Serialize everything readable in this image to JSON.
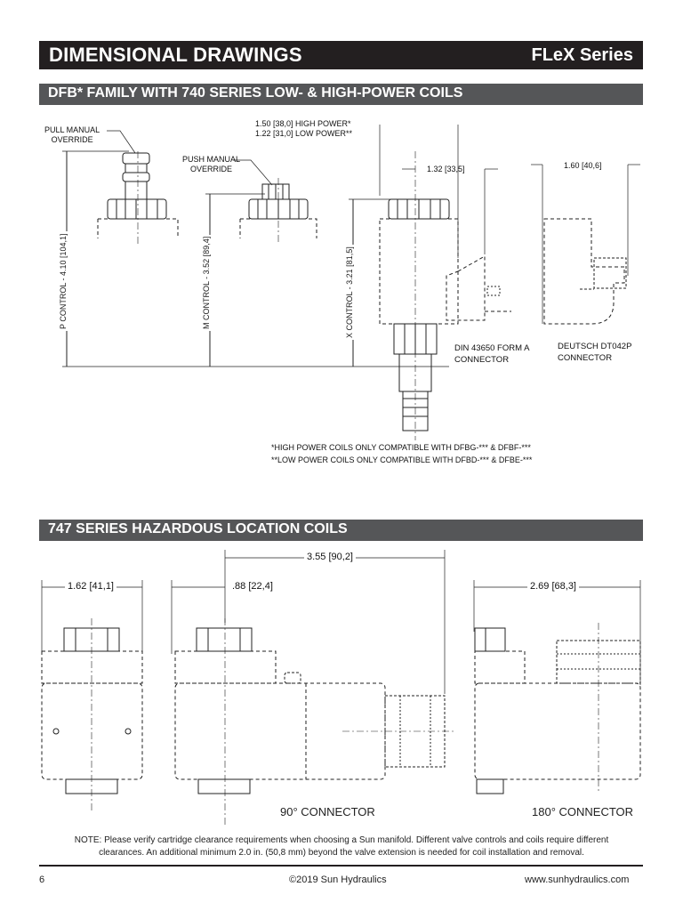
{
  "header": {
    "title": "DIMENSIONAL DRAWINGS",
    "series": "FLeX Series"
  },
  "section1": {
    "title": "DFB* FAMILY WITH 740 SERIES LOW- & HIGH-POWER COILS",
    "labels": {
      "pull_override": "PULL MANUAL\nOVERRIDE",
      "push_override": "PUSH MANUAL\nOVERRIDE",
      "power_dims": "1.50 [38,0] HIGH POWER*\n1.22 [31,0] LOW POWER**",
      "dim_132": "1.32 [33,5]",
      "dim_160": "1.60 [40,6]",
      "p_control": "P CONTROL - 4.10 [104,1]",
      "m_control": "M CONTROL - 3.52 [89,4]",
      "x_control": "X CONTROL - 3.21 [81,5]",
      "din_connector": "DIN 43650 FORM A\nCONNECTOR",
      "deutsch_connector": "DEUTSCH DT042P\nCONNECTOR"
    },
    "footnotes": [
      "*HIGH POWER COILS ONLY COMPATIBLE WITH DFBG-*** & DFBF-***",
      "**LOW POWER COILS ONLY COMPATIBLE WITH DFBD-*** & DFBE-***"
    ]
  },
  "section2": {
    "title": "747 SERIES HAZARDOUS LOCATION COILS",
    "dims": {
      "d355": "3.55 [90,2]",
      "d162": "1.62 [41,1]",
      "d088": ".88 [22,4]",
      "d269": "2.69 [68,3]"
    },
    "captions": {
      "c90": "90° CONNECTOR",
      "c180": "180° CONNECTOR"
    }
  },
  "note": "NOTE: Please verify cartridge clearance requirements when choosing a Sun manifold. Different valve controls and coils require different clearances. An additional minimum 2.0 in. (50,8 mm) beyond the valve extension is needed for coil installation and removal.",
  "footer": {
    "page": "6",
    "copyright": "©2019 Sun Hydraulics",
    "url": "www.sunhydraulics.com"
  }
}
